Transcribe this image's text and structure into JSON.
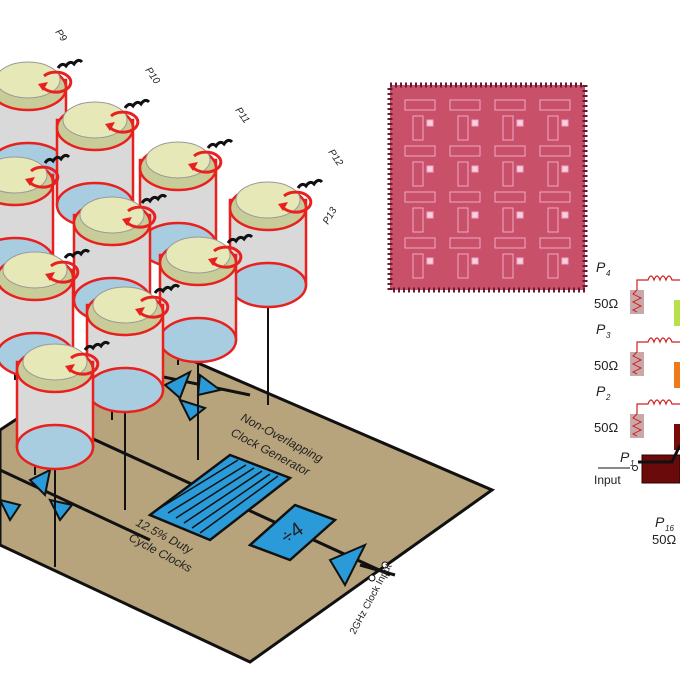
{
  "array": {
    "port_labels": [
      "P9",
      "P10",
      "P11",
      "P12",
      "P13"
    ],
    "colors": {
      "cap_top": "#e6e8b8",
      "cap_ring": "#e8201e",
      "body": "#d9d9d9",
      "bottom": "#a9cde0",
      "wire": "#111111"
    }
  },
  "board": {
    "color": "#b8a47c",
    "clock_gen_label_1": "Non-Overlapping",
    "clock_gen_label_2": "Clock Generator",
    "duty_label_1": "12.5% Duty",
    "duty_label_2": "Cycle Clocks",
    "divider_label": "÷4",
    "clock_input_label": "2GHz Clock Input",
    "block_color": "#2a9ad8"
  },
  "chip": {
    "color": "#c85068"
  },
  "circuit": {
    "ports": [
      {
        "label": "P",
        "sub": "4",
        "res": "50Ω",
        "block_color": "#b8e04a"
      },
      {
        "label": "P",
        "sub": "3",
        "res": "50Ω",
        "block_color": "#f07a1a"
      },
      {
        "label": "P",
        "sub": "2",
        "res": "50Ω",
        "block_color": "#7a0a0a"
      }
    ],
    "input_port": {
      "label": "P",
      "sub": "1",
      "text": "Input"
    },
    "output_port": {
      "label": "P",
      "sub": "16",
      "res": "50Ω"
    }
  }
}
